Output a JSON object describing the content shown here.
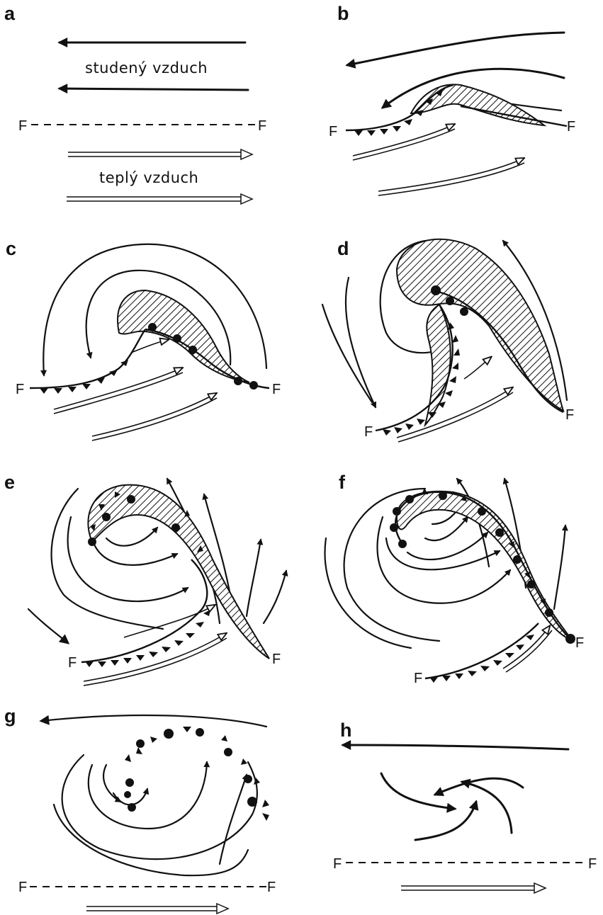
{
  "panels": {
    "a": {
      "label": "a",
      "cold_air": "studený vzduch",
      "warm_air": "teplý vzduch",
      "front_left": "F",
      "front_right": "F"
    },
    "b": {
      "label": "b",
      "front_left": "F",
      "front_right": "F"
    },
    "c": {
      "label": "c",
      "front_left": "F",
      "front_right": "F"
    },
    "d": {
      "label": "d",
      "front_left": "F",
      "front_right": "F"
    },
    "e": {
      "label": "e",
      "front_left": "F",
      "front_right": "F"
    },
    "f": {
      "label": "f",
      "front_left": "F",
      "front_right": "F"
    },
    "g": {
      "label": "g",
      "front_left": "F",
      "front_right": "F"
    },
    "h": {
      "label": "h",
      "front_left": "F",
      "front_right": "F"
    }
  }
}
